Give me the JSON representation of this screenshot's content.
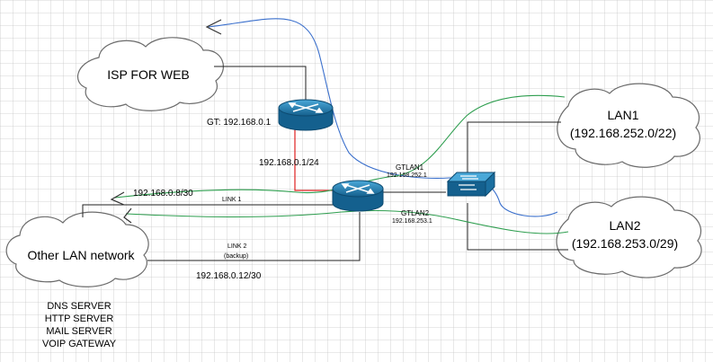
{
  "clouds": {
    "isp": "ISP FOR WEB",
    "lan1_name": "LAN1",
    "lan1_net": "(192.168.252.0/22)",
    "lan2_name": "LAN2",
    "lan2_net": "(192.168.253.0/29)",
    "other": "Other LAN network"
  },
  "labels": {
    "gt": "GT: 192.168.0.1",
    "router_link": "192.168.0.1/24",
    "gtlan1": "GTLAN1",
    "gtlan1_ip": "192.168.252.1",
    "gtlan2": "GTLAN2",
    "gtlan2_ip": "192.168.253.1",
    "link1_net": "192.168.0.8/30",
    "link1": "LINK 1",
    "link2": "LINK 2",
    "link2_note": "(backup)",
    "link2_net": "192.168.0.12/30"
  },
  "services": [
    "DNS SERVER",
    "HTTP SERVER",
    "MAIL SERVER",
    "VOIP GATEWAY"
  ],
  "colors": {
    "grid": "#c8c8c8",
    "router": "#1f7fb0",
    "blue_path": "#3a6fcc",
    "green_path": "#2e9e4f",
    "red_link": "#e02020"
  }
}
